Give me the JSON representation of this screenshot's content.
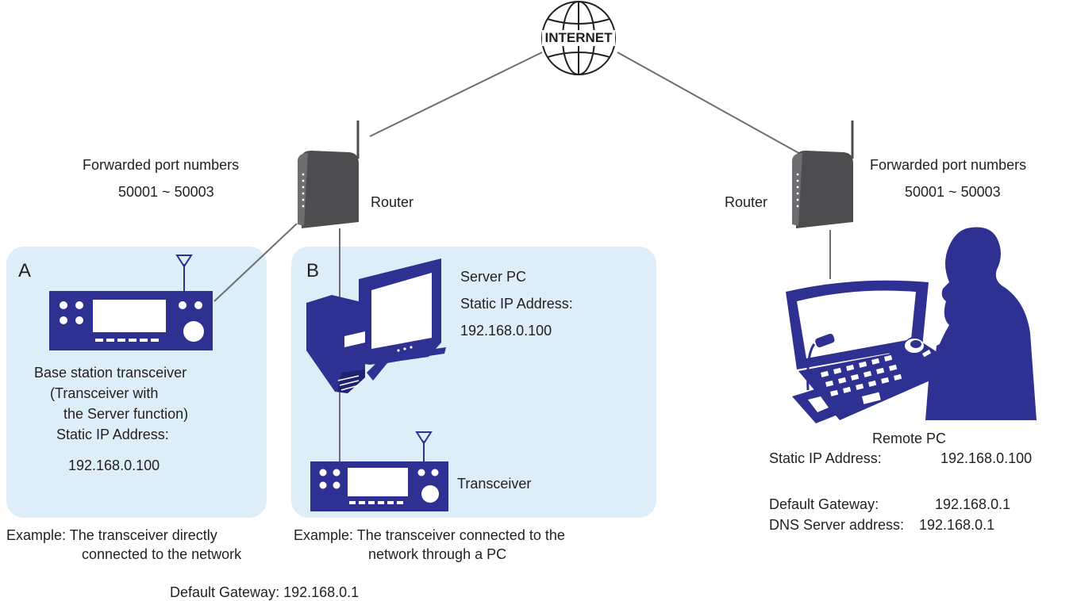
{
  "diagram": {
    "internet": {
      "label": "INTERNET"
    },
    "router_left": {
      "label": "Router",
      "forwarded_title": "Forwarded port numbers",
      "forwarded_ports": "50001 ~ 50003"
    },
    "router_right": {
      "label": "Router",
      "forwarded_title": "Forwarded port numbers",
      "forwarded_ports": "50001 ~ 50003"
    },
    "panel_a": {
      "letter": "A",
      "device_lines": [
        "Base station transceiver",
        "(Transceiver with",
        "the Server function)",
        "Static IP Address:",
        "192.168.0.100"
      ],
      "example_line1": "Example: The transceiver directly",
      "example_line2": "connected to the network"
    },
    "panel_b": {
      "letter": "B",
      "server_lines": [
        "Server PC",
        "Static IP Address:",
        "192.168.0.100"
      ],
      "transceiver_label": "Transceiver",
      "example_line1": "Example: The transceiver connected to the",
      "example_line2": "network through a PC"
    },
    "remote": {
      "title": "Remote PC",
      "static_ip_label": "Static IP Address:",
      "static_ip_value": "192.168.0.100",
      "gateway_label": "Default Gateway:",
      "gateway_value": "192.168.0.1",
      "dns_label": "DNS Server address:",
      "dns_value": "192.168.0.1"
    },
    "default_gateway": "Default Gateway: 192.168.0.1",
    "colors": {
      "device_blue": "#2e3192",
      "router_gray": "#4d4d4f",
      "panel_bg": "#ddeef9",
      "line_gray": "#6d6e71"
    }
  }
}
